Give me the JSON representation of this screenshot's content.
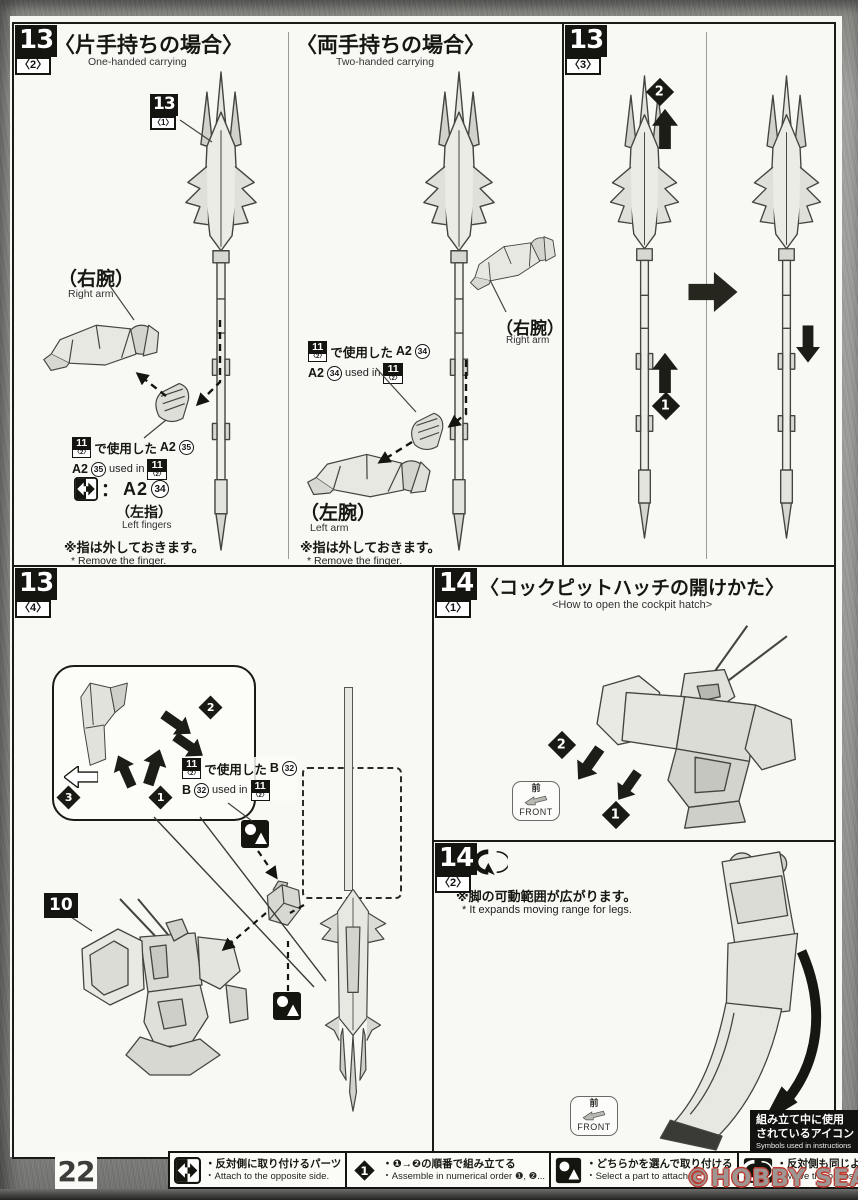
{
  "page": {
    "number": "22"
  },
  "watermark": {
    "text": "©HOBBY SEARCH"
  },
  "diamonds": {
    "d1": "1",
    "d2": "2",
    "d3": "3"
  },
  "front": {
    "jp": "前",
    "en": "FRONT"
  },
  "steps": {
    "s13_2": {
      "num": "13",
      "sub": "〈2〉"
    },
    "s13_3": {
      "num": "13",
      "sub": "〈3〉"
    },
    "s13_4": {
      "num": "13",
      "sub": "〈4〉"
    },
    "s14_1": {
      "num": "14",
      "sub": "〈1〉"
    },
    "s14_2": {
      "num": "14",
      "sub": "〈2〉"
    }
  },
  "p13_2": {
    "heading_jp": "〈片手持ちの場合〉",
    "heading_en": "One-handed carrying",
    "heading2_jp": "〈両手持ちの場合〉",
    "heading2_en": "Two-handed carrying",
    "tag": {
      "num": "13",
      "sub": "〈1〉"
    },
    "right_arm_jp": "（右腕）",
    "right_arm_en": "Right arm",
    "left_arm_jp": "（左腕）",
    "left_arm_en": "Left arm",
    "used35": {
      "ref": "11",
      "refSub": "〈2〉",
      "jp": "で使用した",
      "part": "A2",
      "num": "35",
      "en": "used in"
    },
    "used34": {
      "ref": "11",
      "refSub": "〈2〉",
      "jp": "で使用した",
      "part": "A2",
      "num": "34",
      "en": "used in"
    },
    "swap": {
      "colon": "：",
      "part": "A2",
      "num": "34",
      "jp": "（左指）",
      "en": "Left fingers"
    },
    "note_jp": "※指は外しておきます。",
    "note_en": "* Remove the finger."
  },
  "p13_4": {
    "used32": {
      "ref": "11",
      "refSub": "〈2〉",
      "jp": "で使用した",
      "part": "B",
      "num": "32",
      "en": "used in"
    },
    "part_tag": "10"
  },
  "p14_1": {
    "heading_jp": "〈コックピットハッチの開けかた〉",
    "heading_en": "<How to open the cockpit hatch>"
  },
  "p14_2": {
    "note_jp": "※脚の可動範囲が広がります。",
    "note_en": "* It expands moving range for legs."
  },
  "symbols_box": {
    "jp1": "組み立て中に使用",
    "jp2": "されているアイコン",
    "en": "Symbols used in instructions"
  },
  "legend": [
    {
      "jp": "・反対側に取り付けるパーツ",
      "en": "・Attach to the opposite side."
    },
    {
      "jp": "・❶→❷の順番で組み立てる",
      "en": "・Assemble in numerical order ❶, ❷..."
    },
    {
      "jp": "・どちらかを選んで取り付ける",
      "en": "・Select a part to attach."
    },
    {
      "jp": "・反対側も同じように動かす",
      "en": "・Move the opposite side as well."
    }
  ]
}
